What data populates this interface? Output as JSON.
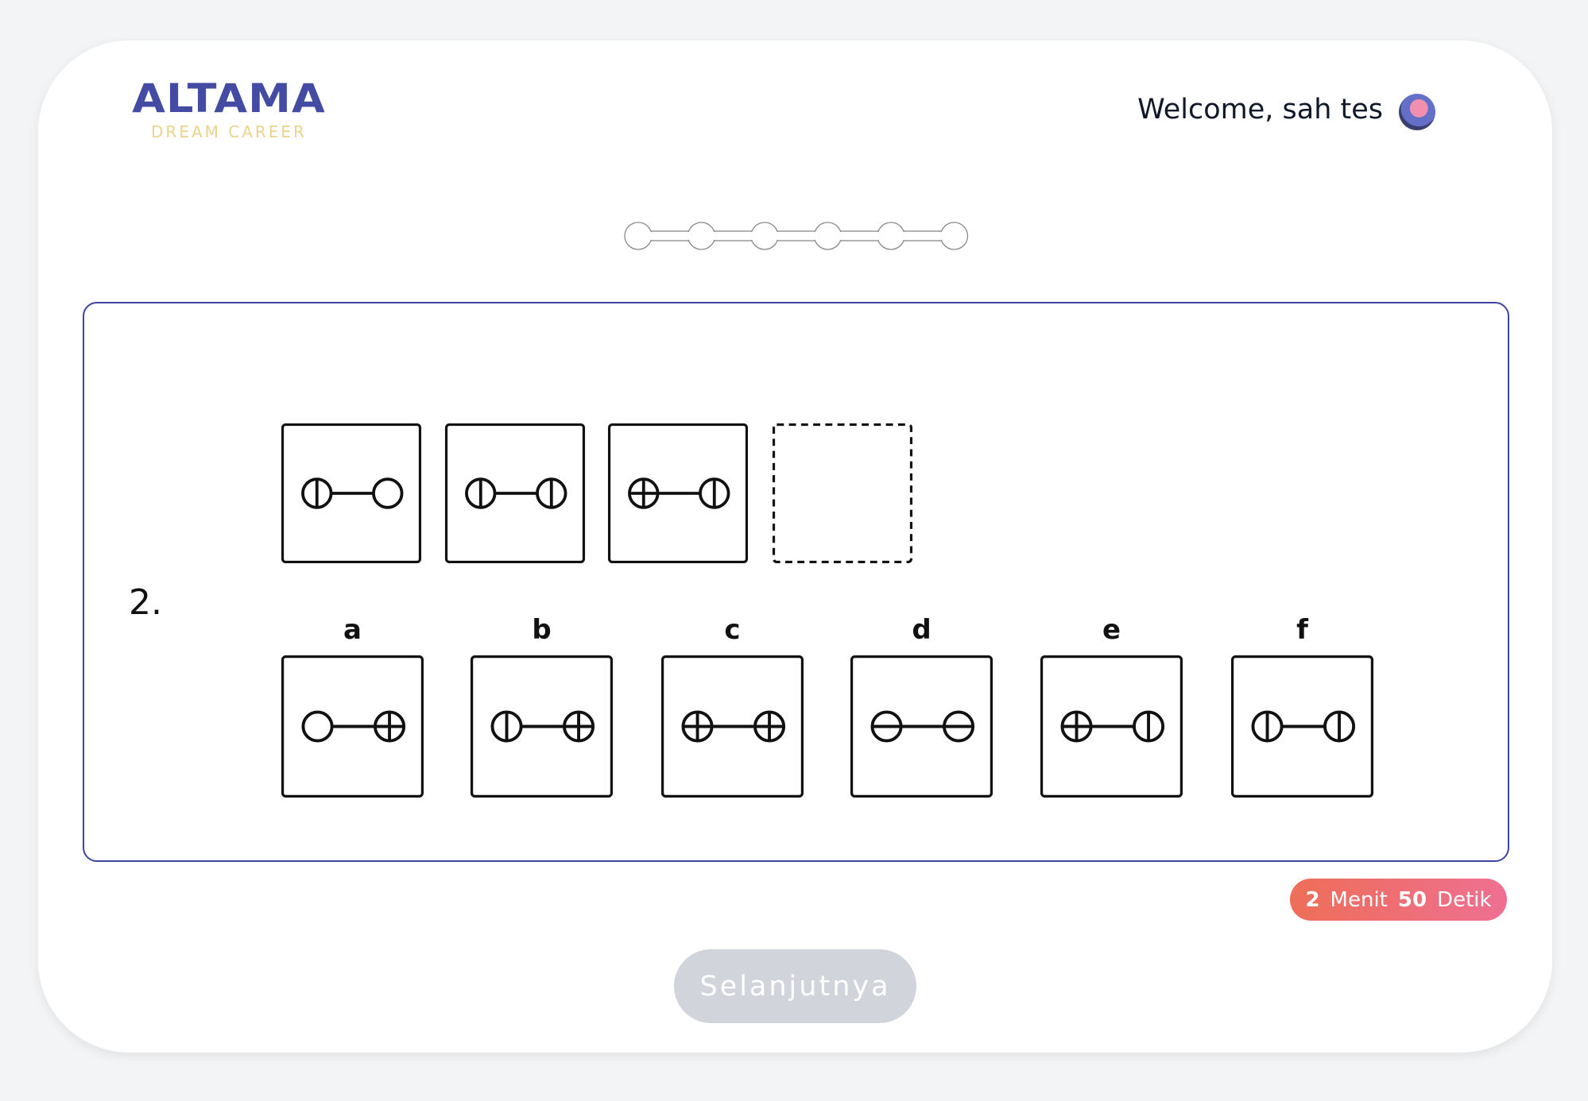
{
  "header": {
    "logo_main": "ALTAMA",
    "logo_sub": "DREAM CAREER",
    "welcome": "Welcome, sah tes",
    "brand_color": "#434ba3"
  },
  "progress": {
    "steps": 6
  },
  "question": {
    "number": "2.",
    "sequence": [
      {
        "left": "vline",
        "right": "empty"
      },
      {
        "left": "vline",
        "right": "vline"
      },
      {
        "left": "plus",
        "right": "vline"
      },
      {
        "missing": true
      }
    ],
    "options": [
      {
        "label": "a",
        "left": "empty",
        "right": "plus"
      },
      {
        "label": "b",
        "left": "vline",
        "right": "plus"
      },
      {
        "label": "c",
        "left": "plus",
        "right": "plus"
      },
      {
        "label": "d",
        "left": "minus",
        "right": "minus"
      },
      {
        "label": "e",
        "left": "plus",
        "right": "vline"
      },
      {
        "label": "f",
        "left": "vline",
        "right": "vline"
      }
    ]
  },
  "timer": {
    "minutes": "2",
    "minutes_label": "Menit",
    "seconds": "50",
    "seconds_label": "Detik"
  },
  "next_button": "Selanjutnya"
}
